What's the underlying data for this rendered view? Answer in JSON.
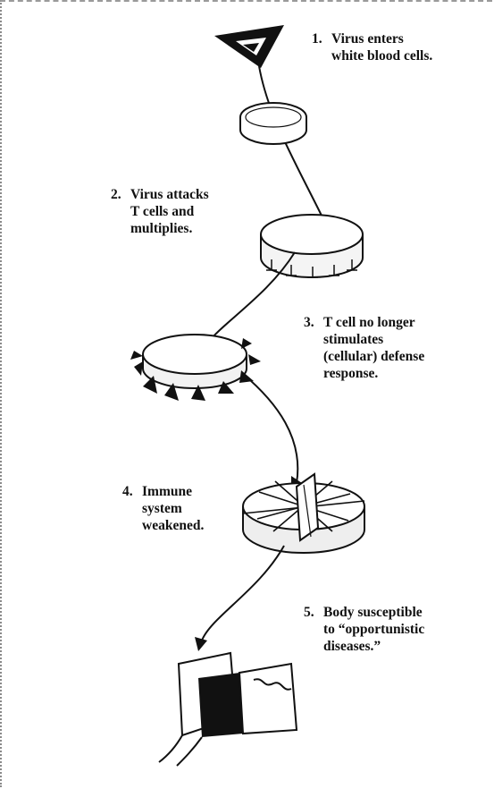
{
  "steps": [
    {
      "number": "1.",
      "lines": [
        "Virus enters",
        "white blood cells."
      ]
    },
    {
      "number": "2.",
      "lines": [
        "Virus attacks",
        "T cells and",
        "multiplies."
      ]
    },
    {
      "number": "3.",
      "lines": [
        "T cell no longer",
        "stimulates",
        "(cellular) defense",
        "response."
      ]
    },
    {
      "number": "4.",
      "lines": [
        "Immune",
        "system",
        "weakened."
      ]
    },
    {
      "number": "5.",
      "lines": [
        "Body susceptible",
        "to “opportunistic",
        "diseases.”"
      ]
    }
  ]
}
